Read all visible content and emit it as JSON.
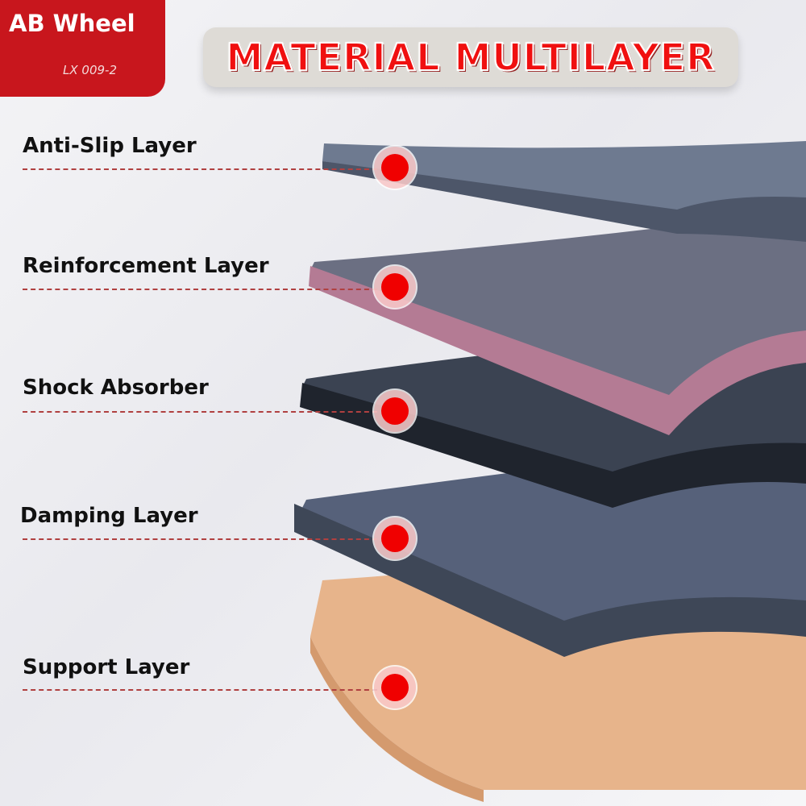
{
  "badge": {
    "title": "AB Wheel",
    "model": "LX 009-2"
  },
  "title": "MATERIAL MULTILAYER",
  "layers": [
    {
      "label": "Anti-Slip Layer",
      "color": "#5b6579"
    },
    {
      "label": "Reinforcement Layer",
      "color": "#b47b94"
    },
    {
      "label": "Shock Absorber",
      "color": "#2c323e"
    },
    {
      "label": "Damping Layer",
      "color": "#4b5567"
    },
    {
      "label": "Support Layer",
      "color": "#e7b48b"
    }
  ]
}
